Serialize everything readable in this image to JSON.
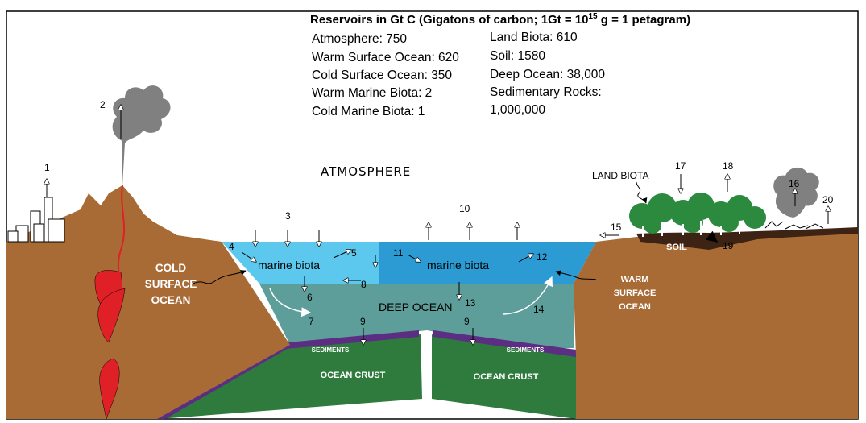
{
  "reservoirs": {
    "header": {
      "prefix": "Reservoirs in Gt C (Gigatons of carbon; 1Gt = 10",
      "exponent": "15",
      "suffix": " g = 1 petagram)"
    },
    "left_column": [
      "Atmosphere: 750",
      "Warm Surface Ocean: 620",
      "Cold Surface Ocean: 350",
      "Warm Marine Biota: 2",
      "Cold Marine Biota: 1"
    ],
    "right_column": [
      "Land Biota: 610",
      "Soil: 1580",
      "Deep Ocean: 38,000",
      "Sedimentary Rocks:",
      "1,000,000"
    ]
  },
  "labels": {
    "atmosphere": "ATMOSPHERE",
    "land_biota": "LAND BIOTA",
    "soil": "SOIL",
    "cold_surface_ocean": [
      "COLD",
      "SURFACE",
      "OCEAN"
    ],
    "warm_surface_ocean": [
      "WARM",
      "SURFACE",
      "OCEAN"
    ],
    "marine_biota_cold": "marine biota",
    "marine_biota_warm": "marine biota",
    "deep_ocean": "DEEP OCEAN",
    "sediments_left": "SEDIMENTS",
    "sediments_right": "SEDIMENTS",
    "ocean_crust_left": "OCEAN CRUST",
    "ocean_crust_right": "OCEAN CRUST"
  },
  "flux_numbers": {
    "n1": "1",
    "n2": "2",
    "n3": "3",
    "n4": "4",
    "n5": "5",
    "n6": "6",
    "n7": "7",
    "n8": "8",
    "n9a": "9",
    "n9b": "9",
    "n10": "10",
    "n11": "11",
    "n12": "12",
    "n13": "13",
    "n14": "14",
    "n15": "15",
    "n16": "16",
    "n17": "17",
    "n18": "18",
    "n19": "19",
    "n20": "20"
  },
  "colors": {
    "land": "#A86B35",
    "cold_ocean": "#5CC8EE",
    "warm_ocean": "#2C9AD3",
    "deep_ocean": "#5E9E9A",
    "ocean_crust": "#2F7B3E",
    "sediments": "#5B2D83",
    "magma": "#E02027",
    "smoke": "#808080",
    "trees": "#2B8A3E",
    "soil": "#3D2314"
  }
}
